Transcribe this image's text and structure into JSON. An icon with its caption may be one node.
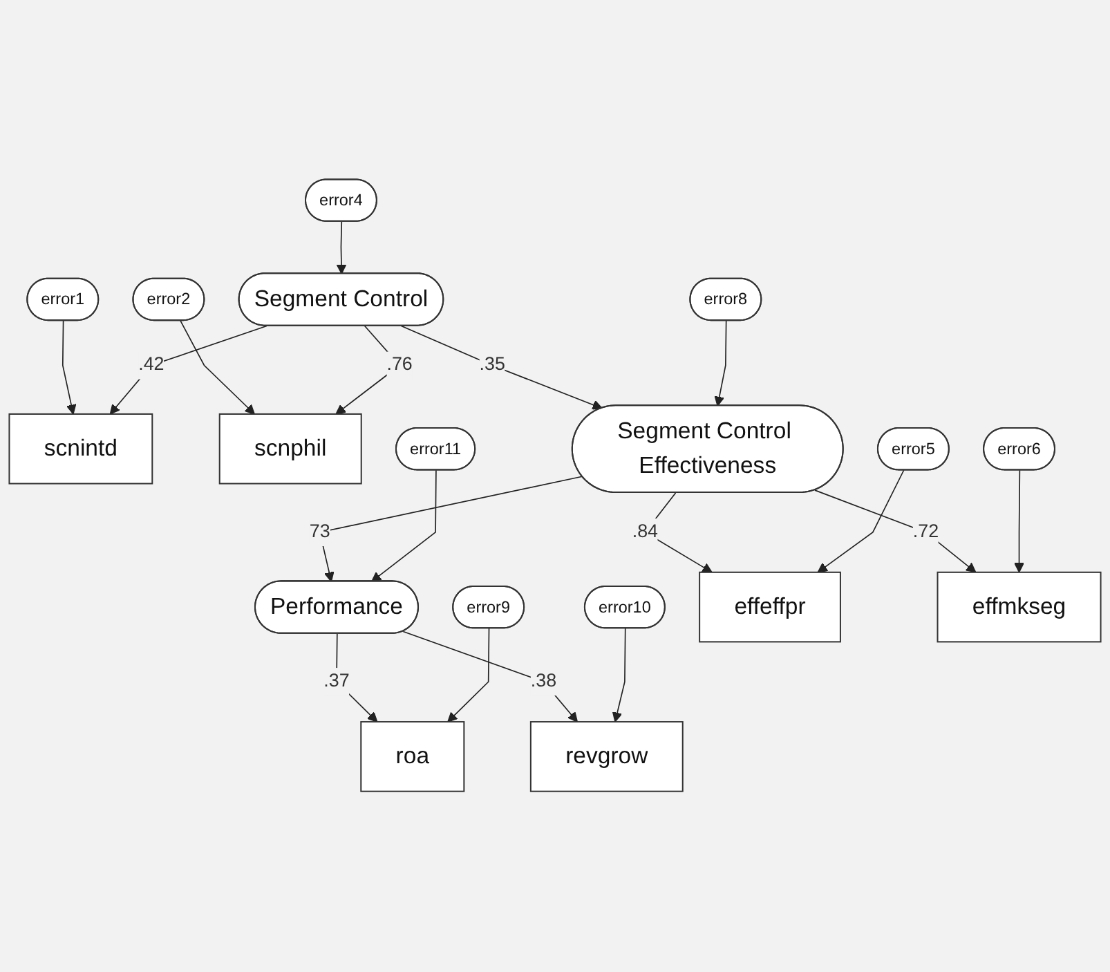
{
  "diagram": {
    "nodes": [
      {
        "text": [
          "error1"
        ]
      },
      {
        "text": [
          "error2"
        ]
      },
      {
        "text": [
          "scnintd"
        ]
      },
      {
        "text": [
          "scnphil"
        ]
      },
      {
        "text": [
          "error4"
        ]
      },
      {
        "text": [
          "Segment Control"
        ]
      },
      {
        "text": [
          "error8"
        ]
      },
      {
        "text": [
          "Segment Control Effectiveness"
        ]
      },
      {
        "text": [
          "Performance"
        ]
      },
      {
        "text": [
          "roa"
        ]
      },
      {
        "text": [
          "error9"
        ]
      },
      {
        "text": [
          "revgrow"
        ]
      },
      {
        "text": [
          "error10"
        ]
      },
      {
        "text": [
          "effeffpr"
        ]
      },
      {
        "text": [
          "effmkseg"
        ]
      },
      {
        "text": [
          "error11"
        ]
      },
      {
        "text": [
          "error5"
        ]
      },
      {
        "text": [
          "error6"
        ]
      }
    ],
    "edges": [
      {
        "from": 0,
        "to": 2,
        "arrow": "to"
      },
      {
        "from": 1,
        "to": 3,
        "arrow": "to"
      },
      {
        "from": 5,
        "to": 2,
        "arrow": "to",
        "label": ".42"
      },
      {
        "from": 5,
        "to": 3,
        "arrow": "to",
        "label": ".76"
      },
      {
        "from": 4,
        "to": 5,
        "arrow": "to"
      },
      {
        "from": 5,
        "to": 7,
        "arrow": "to",
        "label": ".35"
      },
      {
        "from": 6,
        "to": 7,
        "arrow": "to"
      },
      {
        "from": 7,
        "to": 8,
        "arrow": "to",
        "label": "73"
      },
      {
        "from": 8,
        "to": 9,
        "arrow": "to",
        "label": ".37"
      },
      {
        "from": 8,
        "to": 11,
        "arrow": "to",
        "label": ".38"
      },
      {
        "from": 10,
        "to": 9,
        "arrow": "to"
      },
      {
        "from": 12,
        "to": 11,
        "arrow": "to"
      },
      {
        "from": 7,
        "to": 13,
        "arrow": "to",
        "label": ".84"
      },
      {
        "from": 7,
        "to": 14,
        "arrow": "to",
        "label": ".72"
      },
      {
        "from": 15,
        "to": 8,
        "arrow": "to"
      },
      {
        "from": 16,
        "to": 13,
        "arrow": "to"
      },
      {
        "from": 17,
        "to": 14,
        "arrow": "to"
      }
    ]
  }
}
